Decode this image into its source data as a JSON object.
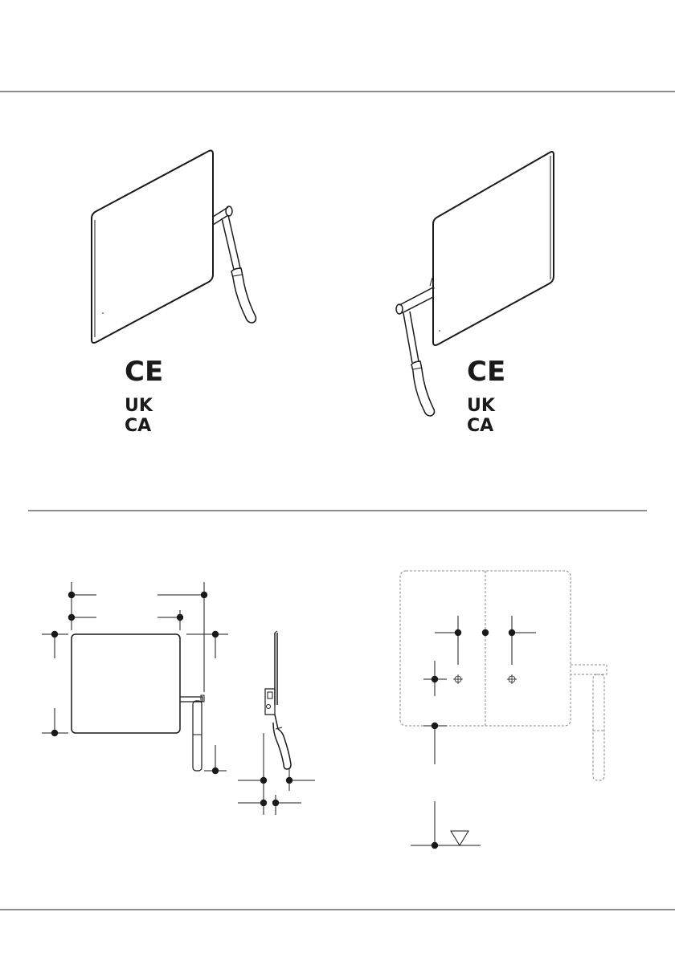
{
  "page": {
    "title": "",
    "colors": {
      "ink": "#1a1a1a",
      "hidden_line": "#888888",
      "background": "#ffffff"
    }
  },
  "products": [
    {
      "variant": "arm-right",
      "marks": {
        "ce": "CE",
        "ukca_top": "UK",
        "ukca_bottom": "CA"
      }
    },
    {
      "variant": "arm-left",
      "marks": {
        "ce": "CE",
        "ukca_top": "UK",
        "ukca_bottom": "CA"
      }
    }
  ],
  "dimensions": {
    "front_view": {
      "values": []
    },
    "side_view": {
      "values": []
    },
    "installation_view": {
      "values": [],
      "floor_symbol": "level-triangle"
    }
  }
}
